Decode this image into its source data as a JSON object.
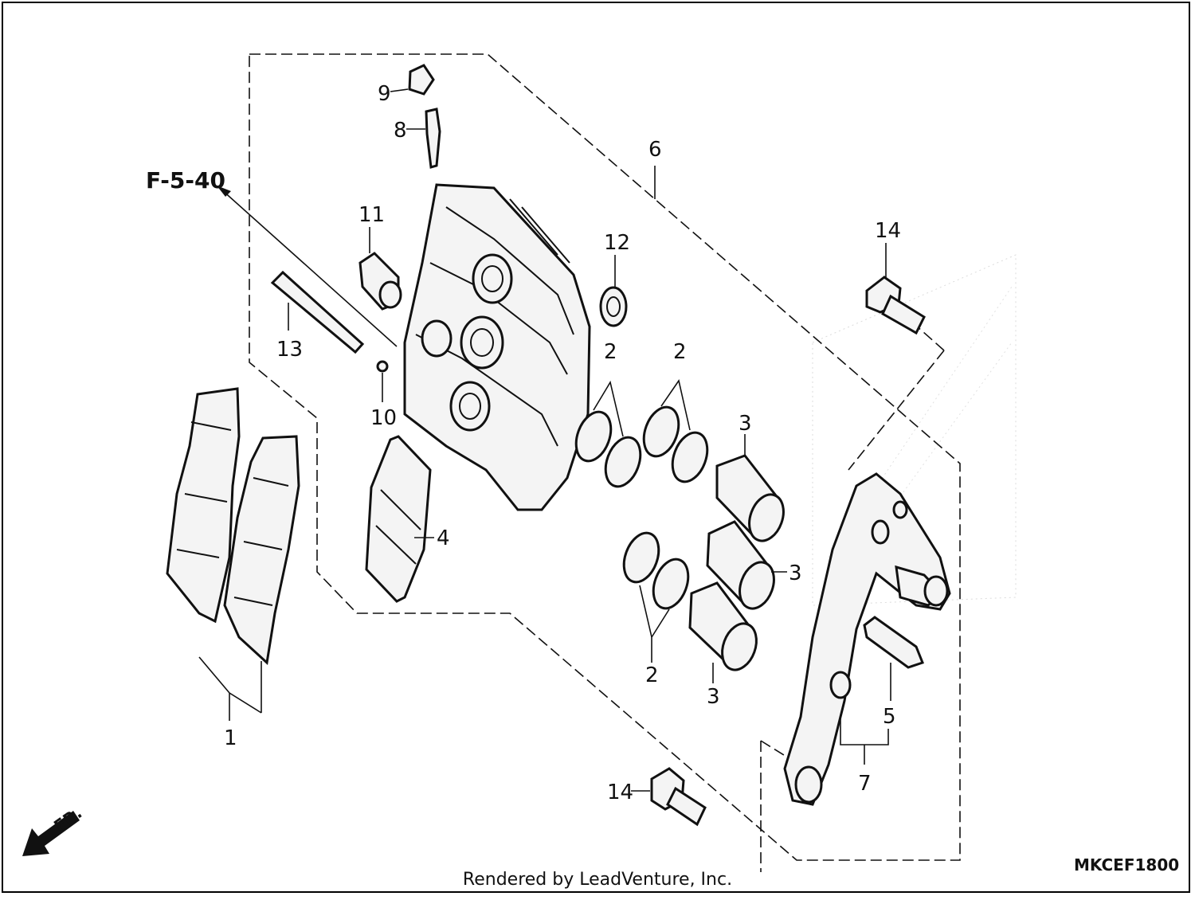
{
  "diagram": {
    "ref_label": "F-5-40",
    "front_label": "FR.",
    "code": "MKCEF1800",
    "credit": "Rendered by LeadVenture, Inc.",
    "callouts": {
      "c1": "1",
      "c2a": "2",
      "c2b": "2",
      "c2c": "2",
      "c3a": "3",
      "c3b": "3",
      "c3c": "3",
      "c4": "4",
      "c5": "5",
      "c6": "6",
      "c7": "7",
      "c8": "8",
      "c9": "9",
      "c10": "10",
      "c11": "11",
      "c12": "12",
      "c13": "13",
      "c14a": "14",
      "c14b": "14"
    }
  }
}
